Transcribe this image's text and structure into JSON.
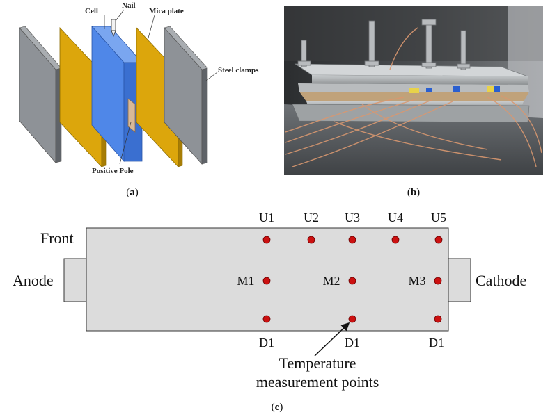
{
  "panel_a": {
    "caption_open": "(",
    "caption_letter": "a",
    "caption_close": ")",
    "labels": {
      "cell": "Cell",
      "nail": "Nail",
      "mica": "Mica plate",
      "steel": "Steel clamps",
      "pole": "Positive Pole"
    },
    "colors": {
      "steel": "#8e9297",
      "mica": "#dca60c",
      "cell": "#4f87e8"
    }
  },
  "panel_b": {
    "caption_open": "(",
    "caption_letter": "b",
    "caption_close": ")",
    "photo_icon": "test-fixture-photo"
  },
  "panel_c": {
    "caption_open": "(",
    "caption_letter": "c",
    "caption_close": ")",
    "front": "Front",
    "anode": "Anode",
    "cathode": "Cathode",
    "top_labels": [
      "U1",
      "U2",
      "U3",
      "U4",
      "U5"
    ],
    "mid_labels": [
      "M1",
      "M2",
      "M3"
    ],
    "bottom_labels": [
      "D1",
      "D1",
      "D1"
    ],
    "annotation_line1": "Temperature",
    "annotation_line2": "measurement points",
    "point_color": "#cc1111"
  }
}
